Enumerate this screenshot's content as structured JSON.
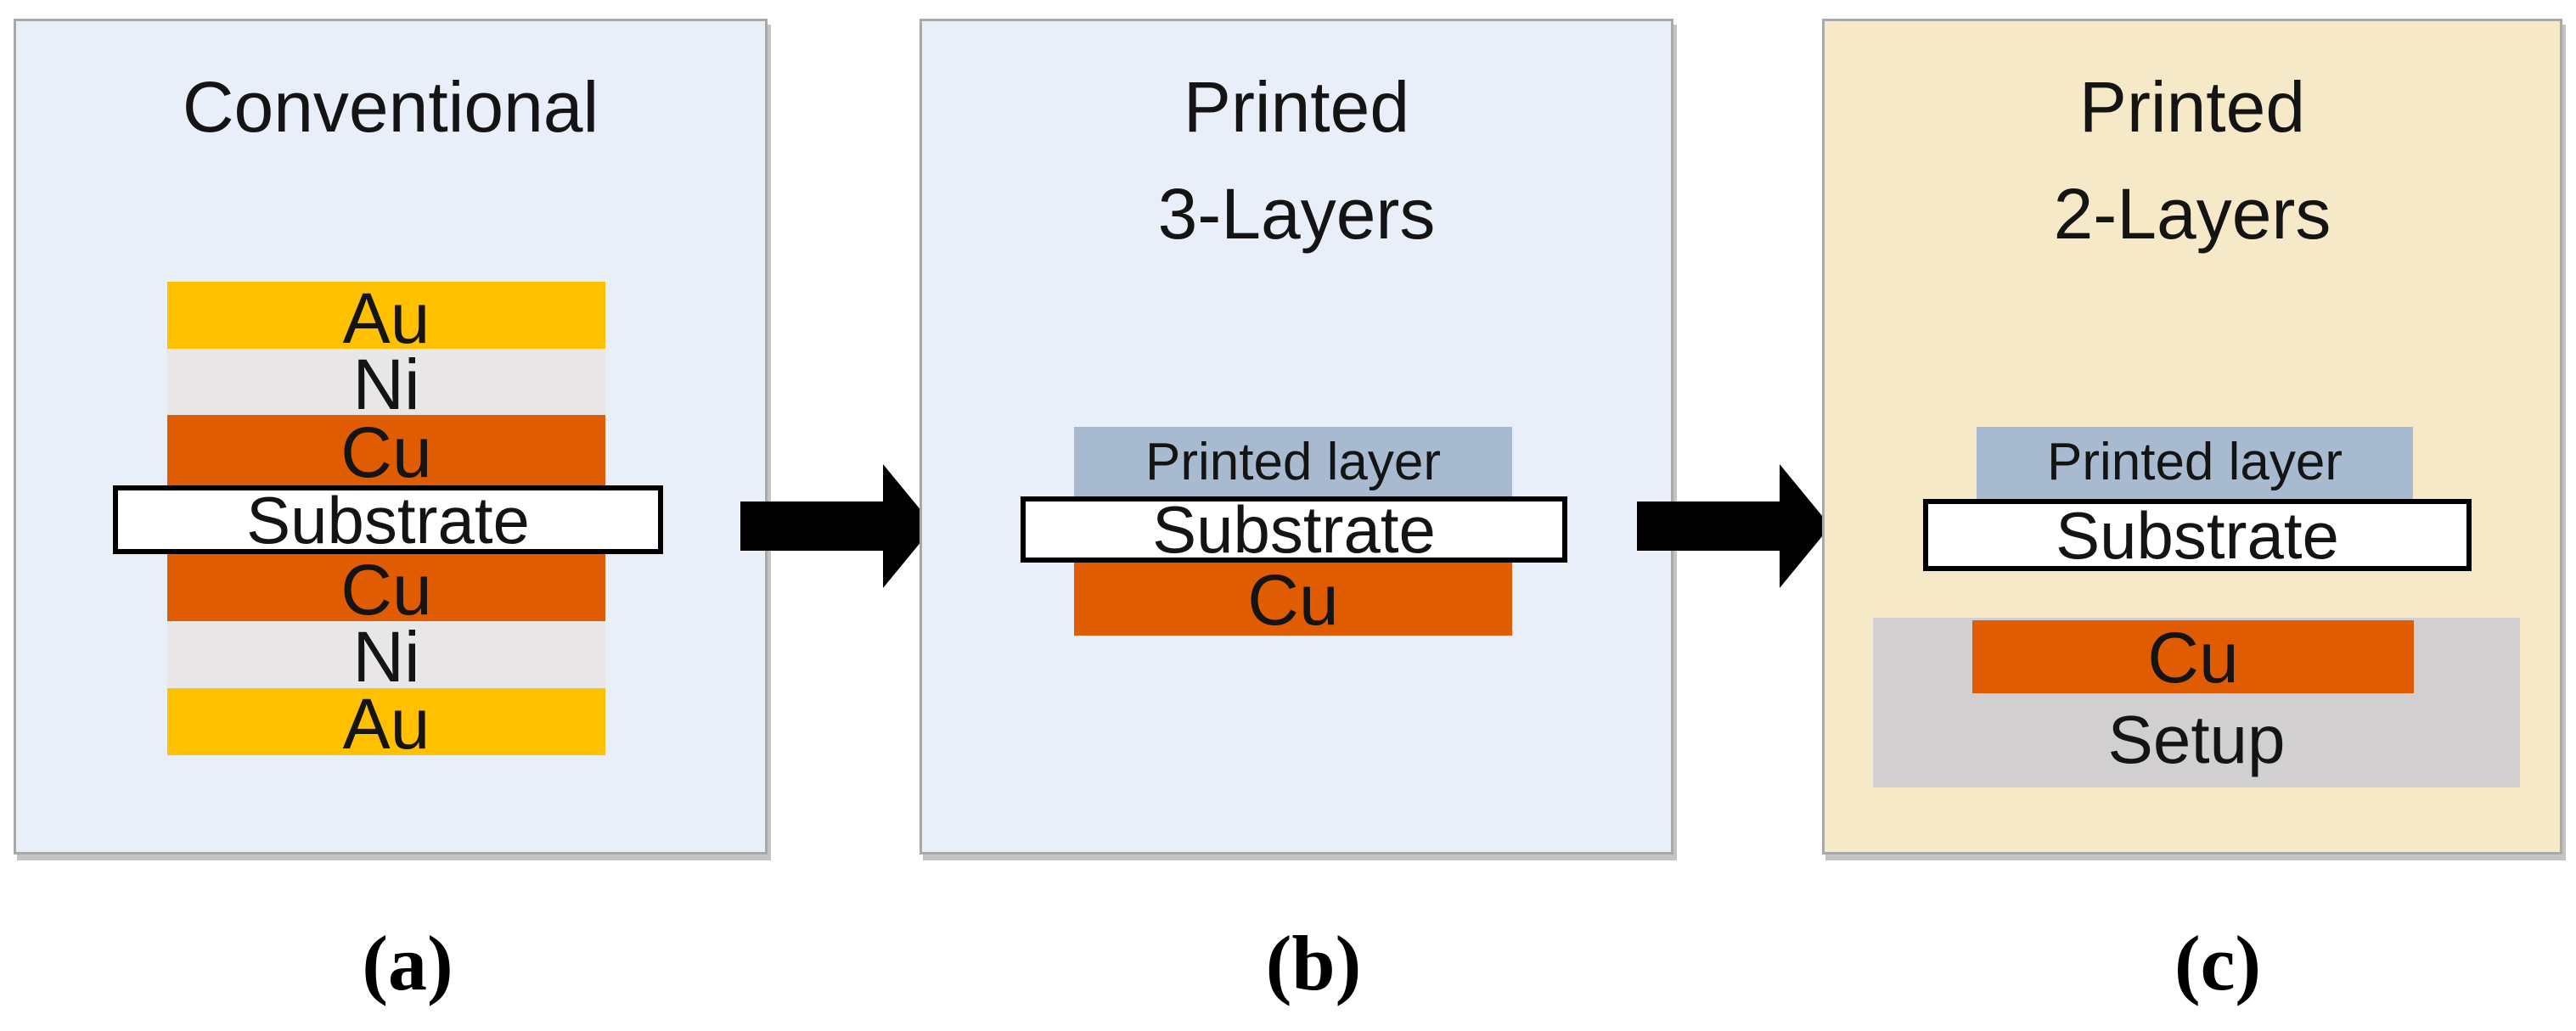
{
  "figure": {
    "panels": [
      {
        "title_line1": "Conventional",
        "title_line2": "",
        "caption": "(a)",
        "layers": {
          "au_top": "Au",
          "ni_top": "Ni",
          "cu_top": "Cu",
          "substrate": "Substrate",
          "cu_bottom": "Cu",
          "ni_bottom": "Ni",
          "au_bottom": "Au"
        }
      },
      {
        "title_line1": "Printed",
        "title_line2": "3-Layers",
        "caption": "(b)",
        "layers": {
          "printed": "Printed layer",
          "substrate": "Substrate",
          "cu": "Cu"
        }
      },
      {
        "title_line1": "Printed",
        "title_line2": "2-Layers",
        "caption": "(c)",
        "layers": {
          "printed": "Printed layer",
          "substrate": "Substrate",
          "cu": "Cu",
          "setup": "Setup"
        }
      }
    ],
    "colors": {
      "panel_blue_bg": "#E8EFF8",
      "panel_cream_bg": "#F6E9C8",
      "panel_border": "#A9A9A9",
      "gold_au": "#FFC000",
      "nickel_gray": "#E8E6E6",
      "copper_orange": "#E05C03",
      "printed_layer_blue_gray": "#A8BACF",
      "setup_gray": "#D1CFCF",
      "substrate_white": "#FFFFFF",
      "arrow_black": "#000000"
    }
  }
}
